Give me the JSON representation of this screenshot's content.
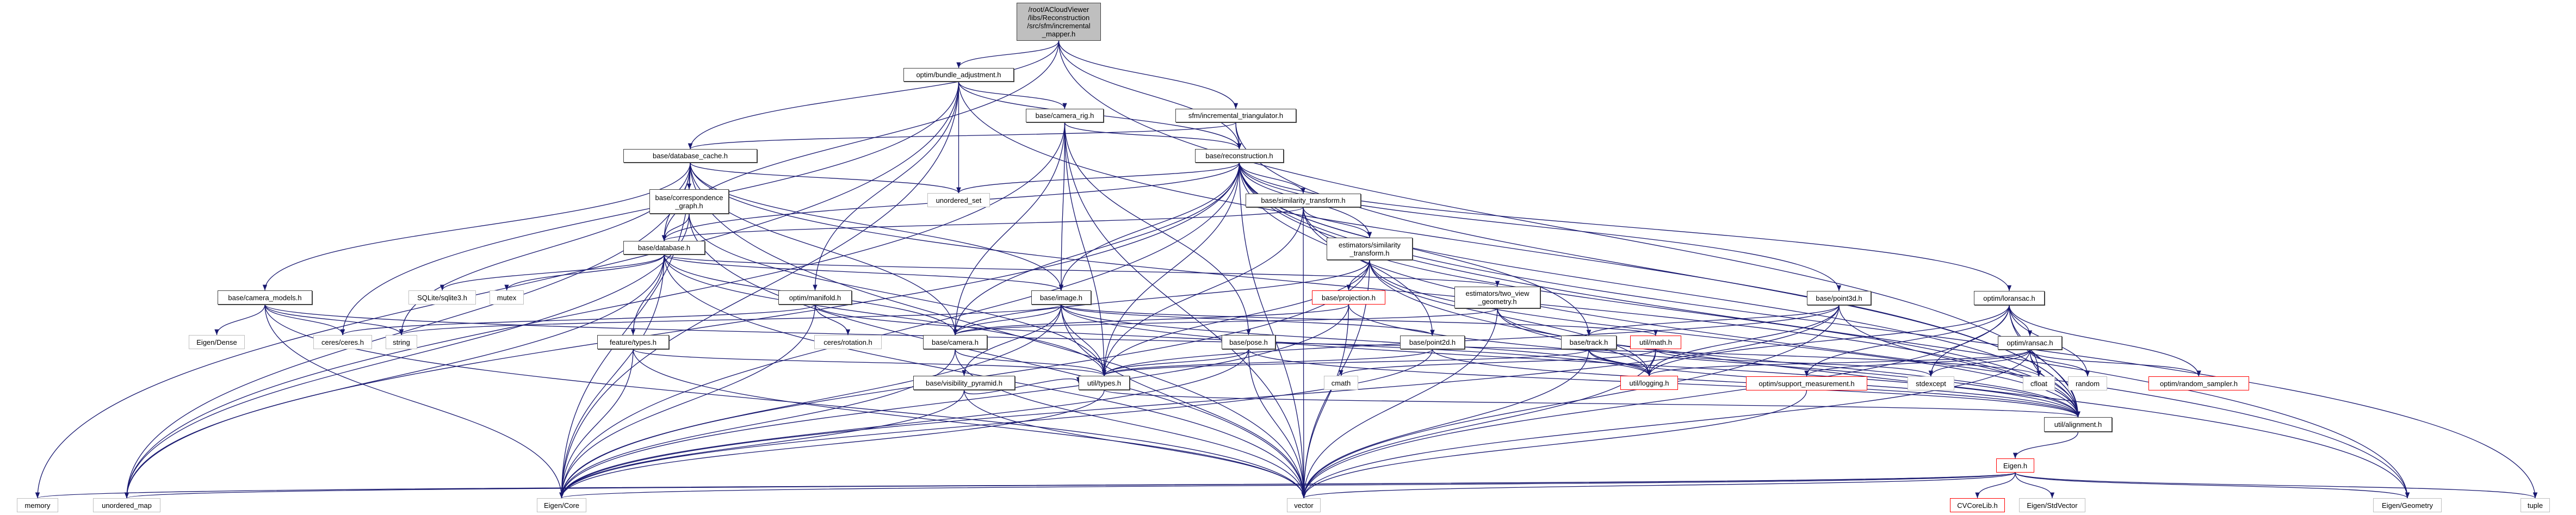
{
  "graph": {
    "edge_color": "#191970",
    "node_styles": {
      "root": "#bfbfbf",
      "documented": "#404040",
      "red": "#ff0000",
      "external": "#bfbfbf"
    },
    "nodes": [
      {
        "id": "mapper",
        "label": "/root/ACloudViewer\n/libs/Reconstruction\n/src/sfm/incremental\n_mapper.h",
        "style": "root"
      },
      {
        "id": "ba",
        "label": "optim/bundle_adjustment.h",
        "style": "documented"
      },
      {
        "id": "rig",
        "label": "base/camera_rig.h",
        "style": "documented"
      },
      {
        "id": "tri",
        "label": "sfm/incremental_triangulator.h",
        "style": "documented"
      },
      {
        "id": "rec",
        "label": "base/reconstruction.h",
        "style": "documented"
      },
      {
        "id": "dbc",
        "label": "base/database_cache.h",
        "style": "documented"
      },
      {
        "id": "uset",
        "label": "unordered_set",
        "style": "external"
      },
      {
        "id": "sim",
        "label": "base/similarity_transform.h",
        "style": "documented"
      },
      {
        "id": "corr",
        "label": "base/correspondence\n_graph.h",
        "style": "documented"
      },
      {
        "id": "esim",
        "label": "estimators/similarity\n_transform.h",
        "style": "documented"
      },
      {
        "id": "db",
        "label": "base/database.h",
        "style": "documented"
      },
      {
        "id": "image",
        "label": "base/image.h",
        "style": "documented"
      },
      {
        "id": "manifold",
        "label": "optim/manifold.h",
        "style": "documented"
      },
      {
        "id": "cammodels",
        "label": "base/camera_models.h",
        "style": "documented"
      },
      {
        "id": "sqlite",
        "label": "SQLite/sqlite3.h",
        "style": "external"
      },
      {
        "id": "mutex",
        "label": "mutex",
        "style": "external"
      },
      {
        "id": "twoview",
        "label": "estimators/two_view\n_geometry.h",
        "style": "documented"
      },
      {
        "id": "proj",
        "label": "base/projection.h",
        "style": "red"
      },
      {
        "id": "p3d",
        "label": "base/point3d.h",
        "style": "documented"
      },
      {
        "id": "loransac",
        "label": "optim/loransac.h",
        "style": "documented"
      },
      {
        "id": "ftypes",
        "label": "feature/types.h",
        "style": "documented"
      },
      {
        "id": "edense",
        "label": "Eigen/Dense",
        "style": "external"
      },
      {
        "id": "ceres",
        "label": "ceres/ceres.h",
        "style": "external"
      },
      {
        "id": "string",
        "label": "string",
        "style": "external"
      },
      {
        "id": "crot",
        "label": "ceres/rotation.h",
        "style": "external"
      },
      {
        "id": "camera",
        "label": "base/camera.h",
        "style": "documented"
      },
      {
        "id": "pose",
        "label": "base/pose.h",
        "style": "documented"
      },
      {
        "id": "p2d",
        "label": "base/point2d.h",
        "style": "documented"
      },
      {
        "id": "track",
        "label": "base/track.h",
        "style": "documented"
      },
      {
        "id": "math",
        "label": "util/math.h",
        "style": "red"
      },
      {
        "id": "ransac",
        "label": "optim/ransac.h",
        "style": "documented"
      },
      {
        "id": "vis",
        "label": "base/visibility_pyramid.h",
        "style": "documented"
      },
      {
        "id": "types",
        "label": "util/types.h",
        "style": "documented"
      },
      {
        "id": "cmath",
        "label": "cmath",
        "style": "external"
      },
      {
        "id": "logging",
        "label": "util/logging.h",
        "style": "red"
      },
      {
        "id": "support",
        "label": "optim/support_measurement.h",
        "style": "red"
      },
      {
        "id": "stdexcept",
        "label": "stdexcept",
        "style": "external"
      },
      {
        "id": "cfloat",
        "label": "cfloat",
        "style": "external"
      },
      {
        "id": "random",
        "label": "random",
        "style": "external"
      },
      {
        "id": "rsampler",
        "label": "optim/random_sampler.h",
        "style": "red"
      },
      {
        "id": "align",
        "label": "util/alignment.h",
        "style": "documented"
      },
      {
        "id": "eigenh",
        "label": "Eigen.h",
        "style": "red"
      },
      {
        "id": "memory",
        "label": "memory",
        "style": "external"
      },
      {
        "id": "umap",
        "label": "unordered_map",
        "style": "external"
      },
      {
        "id": "ecore",
        "label": "Eigen/Core",
        "style": "external"
      },
      {
        "id": "vector",
        "label": "vector",
        "style": "external"
      },
      {
        "id": "cvcore",
        "label": "CVCoreLib.h",
        "style": "red"
      },
      {
        "id": "estdvec",
        "label": "Eigen/StdVector",
        "style": "external"
      },
      {
        "id": "egeom",
        "label": "Eigen/Geometry",
        "style": "external"
      },
      {
        "id": "tuple",
        "label": "tuple",
        "style": "external"
      }
    ],
    "edges": [
      [
        "mapper",
        "ba"
      ],
      [
        "mapper",
        "rec"
      ],
      [
        "mapper",
        "tri"
      ],
      [
        "mapper",
        "dbc"
      ],
      [
        "mapper",
        "db"
      ],
      [
        "mapper",
        "align"
      ],
      [
        "ba",
        "rig"
      ],
      [
        "ba",
        "rec"
      ],
      [
        "ba",
        "manifold"
      ],
      [
        "ba",
        "uset"
      ],
      [
        "ba",
        "memory"
      ],
      [
        "ba",
        "ceres"
      ],
      [
        "ba",
        "ecore"
      ],
      [
        "ba",
        "align"
      ],
      [
        "rig",
        "rec"
      ],
      [
        "rig",
        "camera"
      ],
      [
        "rig",
        "pose"
      ],
      [
        "rig",
        "types"
      ],
      [
        "rig",
        "vector"
      ],
      [
        "rig",
        "umap"
      ],
      [
        "rig",
        "image"
      ],
      [
        "tri",
        "rec"
      ],
      [
        "tri",
        "dbc"
      ],
      [
        "tri",
        "align"
      ],
      [
        "rec",
        "uset"
      ],
      [
        "rec",
        "sim"
      ],
      [
        "rec",
        "esim"
      ],
      [
        "rec",
        "db"
      ],
      [
        "rec",
        "image"
      ],
      [
        "rec",
        "camera"
      ],
      [
        "rec",
        "p2d"
      ],
      [
        "rec",
        "p3d"
      ],
      [
        "rec",
        "track"
      ],
      [
        "rec",
        "types"
      ],
      [
        "rec",
        "vector"
      ],
      [
        "rec",
        "umap"
      ],
      [
        "rec",
        "ecore"
      ],
      [
        "rec",
        "tuple"
      ],
      [
        "rec",
        "loransac"
      ],
      [
        "rec",
        "align"
      ],
      [
        "rec",
        "egeom"
      ],
      [
        "dbc",
        "corr"
      ],
      [
        "dbc",
        "db"
      ],
      [
        "dbc",
        "cammodels"
      ],
      [
        "dbc",
        "image"
      ],
      [
        "dbc",
        "camera"
      ],
      [
        "dbc",
        "uset"
      ],
      [
        "dbc",
        "umap"
      ],
      [
        "dbc",
        "string"
      ],
      [
        "dbc",
        "vector"
      ],
      [
        "dbc",
        "ecore"
      ],
      [
        "dbc",
        "align"
      ],
      [
        "corr",
        "db"
      ],
      [
        "corr",
        "types"
      ],
      [
        "corr",
        "vector"
      ],
      [
        "corr",
        "umap"
      ],
      [
        "sim",
        "esim"
      ],
      [
        "sim",
        "db"
      ],
      [
        "sim",
        "egeom"
      ],
      [
        "sim",
        "align"
      ],
      [
        "sim",
        "vector"
      ],
      [
        "sim",
        "types"
      ],
      [
        "esim",
        "proj"
      ],
      [
        "esim",
        "logging"
      ],
      [
        "esim",
        "types"
      ],
      [
        "esim",
        "align"
      ],
      [
        "esim",
        "egeom"
      ],
      [
        "esim",
        "ecore"
      ],
      [
        "esim",
        "vector"
      ],
      [
        "esim",
        "camera"
      ],
      [
        "db",
        "image"
      ],
      [
        "db",
        "twoview"
      ],
      [
        "db",
        "ftypes"
      ],
      [
        "db",
        "sqlite"
      ],
      [
        "db",
        "mutex"
      ],
      [
        "db",
        "types"
      ],
      [
        "db",
        "ecore"
      ],
      [
        "db",
        "vector"
      ],
      [
        "db",
        "umap"
      ],
      [
        "db",
        "camera"
      ],
      [
        "cammodels",
        "edense"
      ],
      [
        "cammodels",
        "ceres"
      ],
      [
        "cammodels",
        "string"
      ],
      [
        "cammodels",
        "ecore"
      ],
      [
        "cammodels",
        "vector"
      ],
      [
        "cammodels",
        "cfloat"
      ],
      [
        "image",
        "camera"
      ],
      [
        "image",
        "p2d"
      ],
      [
        "image",
        "vis"
      ],
      [
        "image",
        "types"
      ],
      [
        "image",
        "vector"
      ],
      [
        "image",
        "ecore"
      ],
      [
        "image",
        "math"
      ],
      [
        "image",
        "logging"
      ],
      [
        "image",
        "align"
      ],
      [
        "image",
        "string"
      ],
      [
        "manifold",
        "crot"
      ],
      [
        "manifold",
        "ceres"
      ],
      [
        "manifold",
        "ecore"
      ],
      [
        "manifold",
        "logging"
      ],
      [
        "twoview",
        "camera"
      ],
      [
        "twoview",
        "logging"
      ],
      [
        "twoview",
        "align"
      ],
      [
        "twoview",
        "vector"
      ],
      [
        "proj",
        "camera"
      ],
      [
        "proj",
        "ecore"
      ],
      [
        "proj",
        "vector"
      ],
      [
        "proj",
        "align"
      ],
      [
        "p3d",
        "track"
      ],
      [
        "p3d",
        "types"
      ],
      [
        "p3d",
        "logging"
      ],
      [
        "p3d",
        "align"
      ],
      [
        "p3d",
        "vector"
      ],
      [
        "p3d",
        "ecore"
      ],
      [
        "loransac",
        "ransac"
      ],
      [
        "loransac",
        "support"
      ],
      [
        "loransac",
        "stdexcept"
      ],
      [
        "loransac",
        "cfloat"
      ],
      [
        "loransac",
        "random"
      ],
      [
        "loransac",
        "rsampler"
      ],
      [
        "loransac",
        "align"
      ],
      [
        "loransac",
        "logging"
      ],
      [
        "loransac",
        "vector"
      ],
      [
        "ftypes",
        "ecore"
      ],
      [
        "ftypes",
        "types"
      ],
      [
        "ftypes",
        "vector"
      ],
      [
        "camera",
        "types"
      ],
      [
        "camera",
        "vector"
      ],
      [
        "camera",
        "ecore"
      ],
      [
        "pose",
        "types"
      ],
      [
        "pose",
        "vector"
      ],
      [
        "pose",
        "ecore"
      ],
      [
        "pose",
        "align"
      ],
      [
        "p2d",
        "types"
      ],
      [
        "p2d",
        "align"
      ],
      [
        "p2d",
        "ecore"
      ],
      [
        "track",
        "types"
      ],
      [
        "track",
        "logging"
      ],
      [
        "track",
        "vector"
      ],
      [
        "track",
        "align"
      ],
      [
        "math",
        "logging"
      ],
      [
        "math",
        "cmath"
      ],
      [
        "math",
        "vector"
      ],
      [
        "math",
        "stdexcept"
      ],
      [
        "ransac",
        "support"
      ],
      [
        "ransac",
        "stdexcept"
      ],
      [
        "ransac",
        "cfloat"
      ],
      [
        "ransac",
        "random"
      ],
      [
        "ransac",
        "rsampler"
      ],
      [
        "ransac",
        "align"
      ],
      [
        "ransac",
        "logging"
      ],
      [
        "ransac",
        "vector"
      ],
      [
        "vis",
        "types"
      ],
      [
        "vis",
        "ecore"
      ],
      [
        "vis",
        "vector"
      ],
      [
        "types",
        "align"
      ],
      [
        "types",
        "ecore"
      ],
      [
        "support",
        "vector"
      ],
      [
        "align",
        "eigenh"
      ],
      [
        "eigenh",
        "cvcore"
      ],
      [
        "eigenh",
        "estdvec"
      ],
      [
        "eigenh",
        "egeom"
      ],
      [
        "eigenh",
        "tuple"
      ],
      [
        "eigenh",
        "vector"
      ],
      [
        "eigenh",
        "ecore"
      ],
      [
        "eigenh",
        "umap"
      ],
      [
        "eigenh",
        "memory"
      ]
    ]
  }
}
